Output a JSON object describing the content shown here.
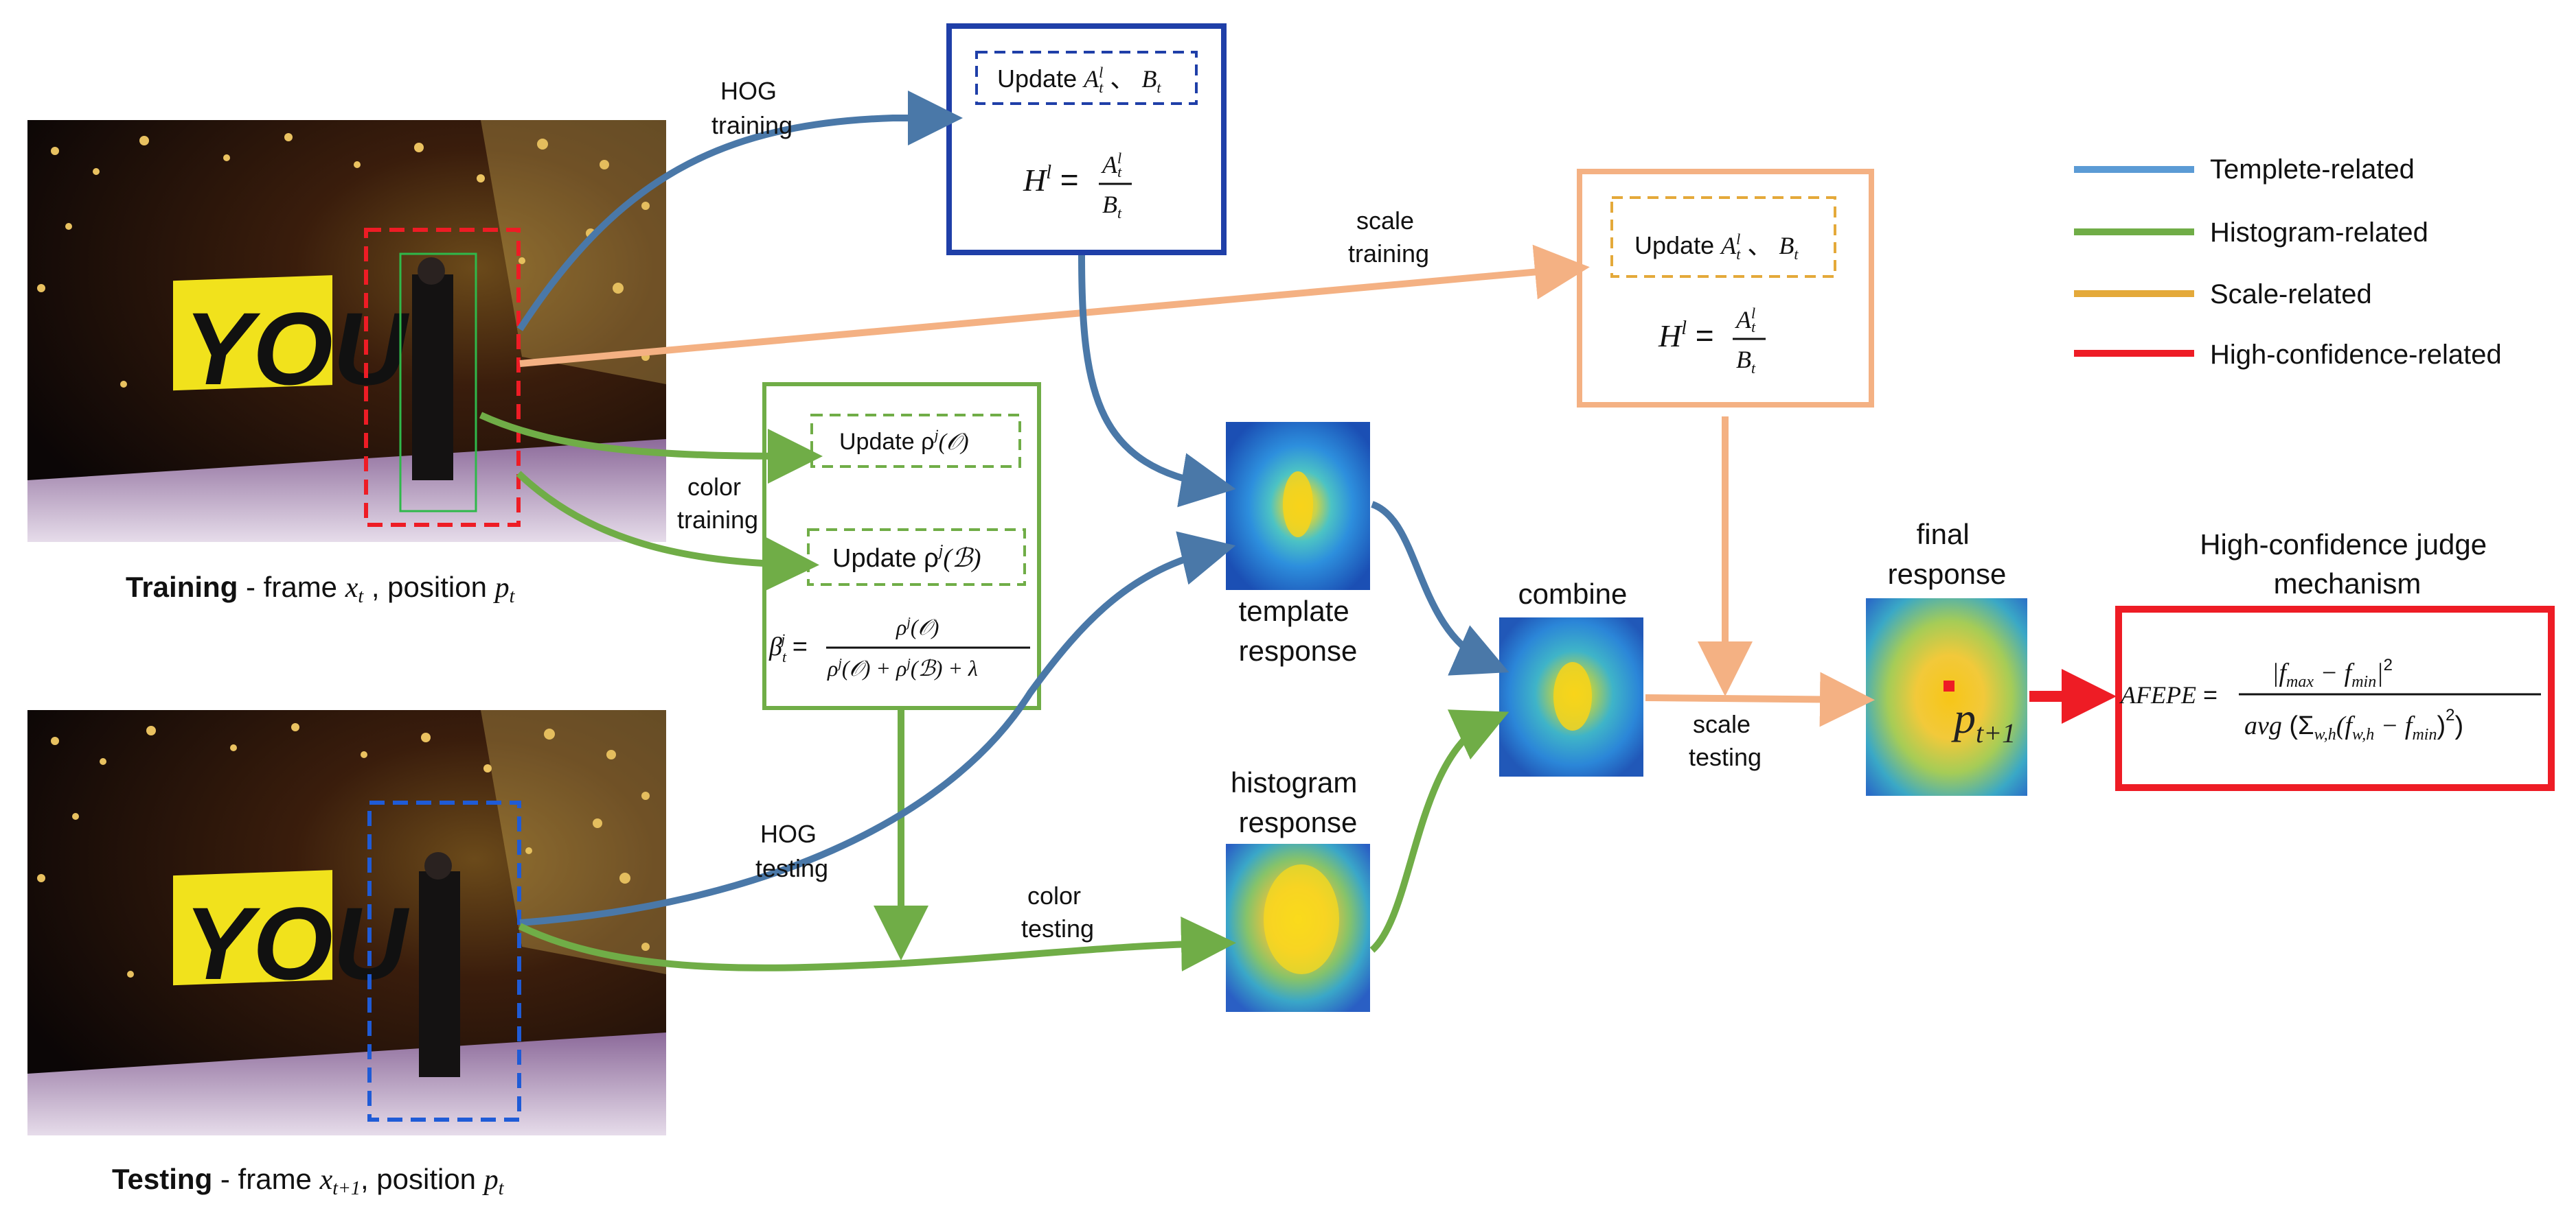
{
  "colors": {
    "template": "#5b9bd5",
    "histogram": "#70ad47",
    "scale": "#f4b183",
    "scale_box": "#e4a93a",
    "high_conf": "#ee1c25",
    "template_box": "#1f3fa8",
    "template_arrow": "#4a78a8"
  },
  "icons": {
    "video_frame": "concert-stage-photo",
    "response_map": "heatmap-image"
  },
  "training": {
    "label_bold": "Training",
    "label_rest": " - frame ",
    "label_var": "x",
    "label_sub": "t",
    "label_pos": " , position ",
    "label_pvar": "p",
    "label_psub": "t",
    "stage_sign": "YOU"
  },
  "testing": {
    "label_bold": "Testing",
    "label_rest": " - frame ",
    "label_var": "x",
    "label_sub": "t+1",
    "label_pos": ",   position ",
    "label_pvar": "p",
    "label_psub": "t",
    "stage_sign": "YOU"
  },
  "arrows": {
    "hog_training": [
      "HOG",
      "training"
    ],
    "scale_training": [
      "scale",
      "training"
    ],
    "color_training": [
      "color",
      "training"
    ],
    "hog_testing": [
      "HOG",
      "testing"
    ],
    "color_testing": [
      "color",
      "testing"
    ],
    "scale_testing": [
      "scale",
      "testing"
    ]
  },
  "template_box": {
    "update": "Update",
    "update_vars": "A",
    "update_sup": "l",
    "update_sub": "t",
    "update_sep": " 、 ",
    "update_b": "B",
    "update_bsub": "t",
    "h_var": "H",
    "h_sup": "l",
    "eq": " = ",
    "num": "A",
    "num_sup": "l",
    "num_sub": "t",
    "den": "B",
    "den_sub": "t"
  },
  "scale_box": {
    "update": "Update",
    "update_vars": "A",
    "update_sup": "l",
    "update_sub": "t",
    "update_sep": " 、 ",
    "update_b": "B",
    "update_bsub": "t",
    "h_var": "H",
    "h_sup": "l",
    "eq": " = ",
    "num": "A",
    "num_sup": "l",
    "num_sub": "t",
    "den": "B",
    "den_sub": "t"
  },
  "histogram_box": {
    "update_o": "Update  ρ",
    "update_o_sup": "j",
    "update_o_arg": "(𝒪)",
    "update_b": "Update  ρ",
    "update_b_sup": "j",
    "update_b_arg": "(ℬ)",
    "beta_var": "β",
    "beta_sub": "t",
    "beta_sup": "j",
    "eq": " = ",
    "num": "ρ",
    "num_sup": "j",
    "num_arg": "(𝒪)",
    "den": "ρ",
    "den_sup1": "j",
    "den_arg1": "(𝒪) + ρ",
    "den_sup2": "j",
    "den_arg2": "(ℬ) + λ"
  },
  "responses": {
    "template": [
      "template",
      "response"
    ],
    "histogram": [
      "histogram",
      "response"
    ],
    "combine": "combine",
    "final": [
      "final",
      "response"
    ],
    "final_point_var": "p",
    "final_point_sub": "t+1"
  },
  "high_conf": {
    "title": [
      "High-confidence judge",
      "mechanism"
    ],
    "lhs": "AFEPE",
    "eq": " = ",
    "num_l": "|f",
    "num_max": "max",
    "num_mid": " − f",
    "num_min": "min",
    "num_r": "|",
    "num_sup": "2",
    "den_avg": "avg",
    "den_l": " (Σ",
    "den_sub": "w,h",
    "den_mid": "(f",
    "den_fsub": "w,h",
    "den_mid2": " − f",
    "den_min": "min",
    "den_r": ")",
    "den_sup": "2",
    "den_end": ")"
  },
  "legend": [
    {
      "label": "Templete-related",
      "color": "#5b9bd5"
    },
    {
      "label": "Histogram-related",
      "color": "#70ad47"
    },
    {
      "label": "Scale-related",
      "color": "#e4a93a"
    },
    {
      "label": "High-confidence-related",
      "color": "#ee1c25"
    }
  ]
}
